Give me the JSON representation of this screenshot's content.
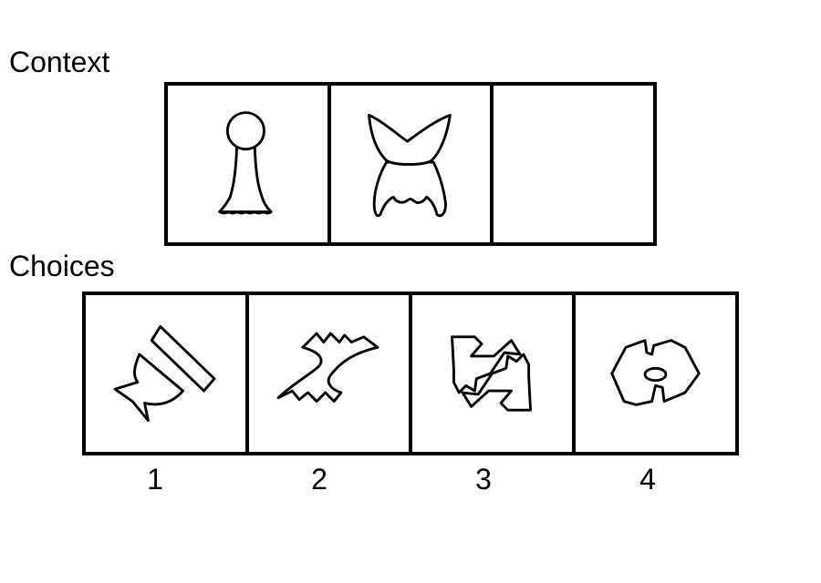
{
  "context": {
    "label": "Context",
    "cells": [
      {
        "shape": "circle-on-flared-pedestal-icon"
      },
      {
        "shape": "fish-tail-on-scalloped-bell-icon"
      },
      {
        "shape": "empty"
      }
    ]
  },
  "choices": {
    "label": "Choices",
    "items": [
      {
        "number": "1",
        "shape": "tilted-cup-with-lid-icon"
      },
      {
        "number": "2",
        "shape": "zigzag-bowtie-icon"
      },
      {
        "number": "3",
        "shape": "interlocking-hooks-icon"
      },
      {
        "number": "4",
        "shape": "hexagon-with-oval-icon"
      }
    ]
  }
}
